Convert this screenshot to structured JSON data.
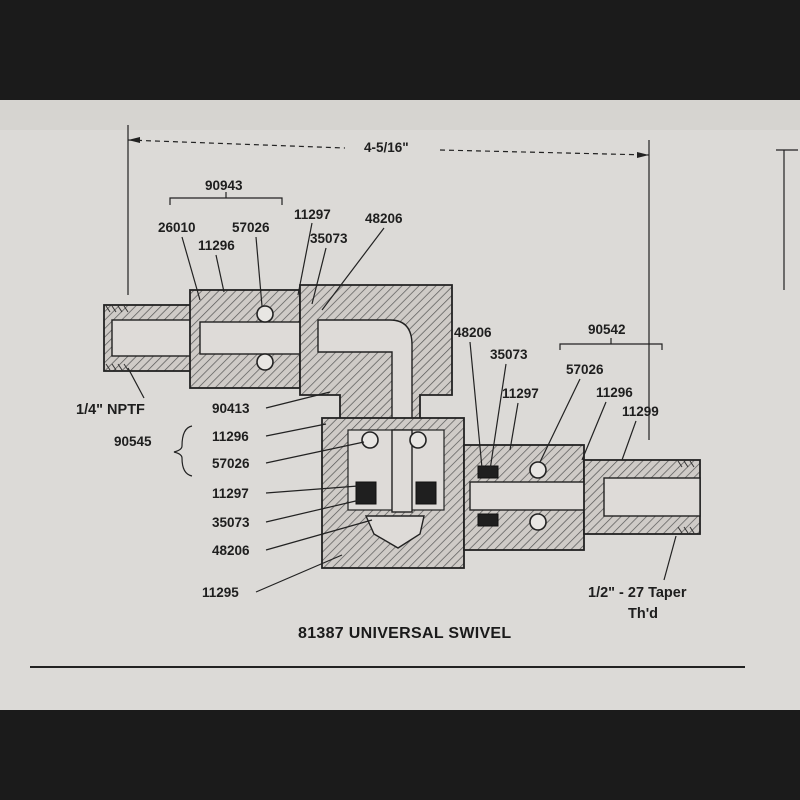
{
  "drawing": {
    "title": "81387 UNIVERSAL SWIVEL",
    "dimension": "4-5/16\"",
    "group_labels": [
      "90943",
      "90542",
      "90545"
    ],
    "left_part_labels": [
      "26010",
      "11296",
      "57026",
      "11297",
      "35073",
      "48206"
    ],
    "left_thread": "1/4\" NPTF",
    "center_labels": [
      "90413",
      "11296",
      "57026",
      "11297",
      "35073",
      "48206",
      "11295"
    ],
    "right_part_labels": [
      "48206",
      "35073",
      "11297",
      "57026",
      "11296",
      "11299"
    ],
    "right_thread_line1": "1/2\" - 27 Taper",
    "right_thread_line2": "Th'd"
  },
  "colors": {
    "paper": "#dcdad7",
    "ink": "#1e1e1e",
    "background": "#1b1b1b"
  }
}
